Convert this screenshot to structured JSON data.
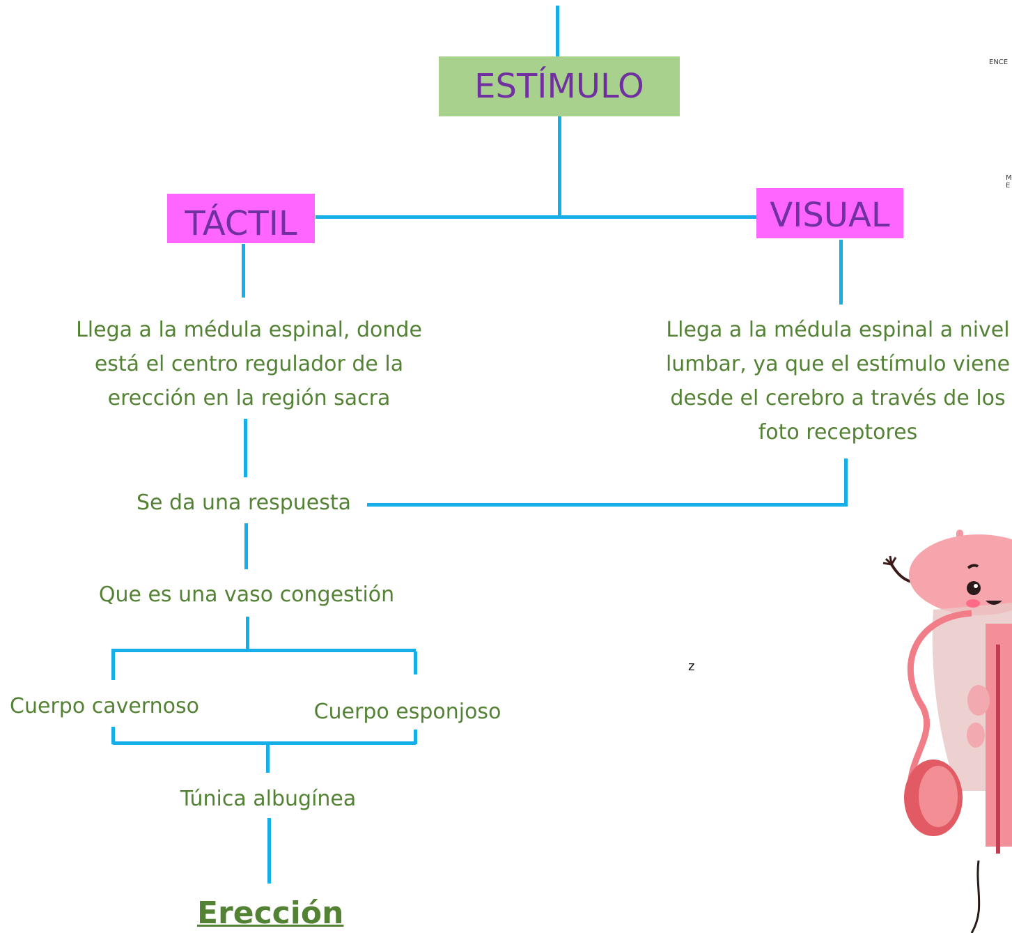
{
  "colors": {
    "connector": "#15aee8",
    "text": "#548235",
    "box_text": "#7030a0",
    "green_box": "#a9d18e",
    "pink_box": "#ff66ff"
  },
  "nodes": {
    "estimulo": "ESTÍMULO",
    "tactil": "TÁCTIL",
    "visual": "VISUAL",
    "tactil_desc": "Llega a la médula espinal, donde está el centro regulador de la erección en la región sacra",
    "visual_desc": "Llega a la médula espinal a nivel lumbar, ya que el estímulo viene desde el cerebro a través de los foto receptores",
    "respuesta": "Se da una respuesta",
    "vaso": "Que es una vaso congestión",
    "cavernoso": "Cuerpo cavernoso",
    "esponjoso": "Cuerpo esponjoso",
    "tunica": "Túnica albugínea",
    "ereccion": "Erección"
  },
  "margin_text": {
    "top_right": "ENCE",
    "mid_right_1": "M",
    "mid_right_2": "E",
    "stray": "z"
  }
}
